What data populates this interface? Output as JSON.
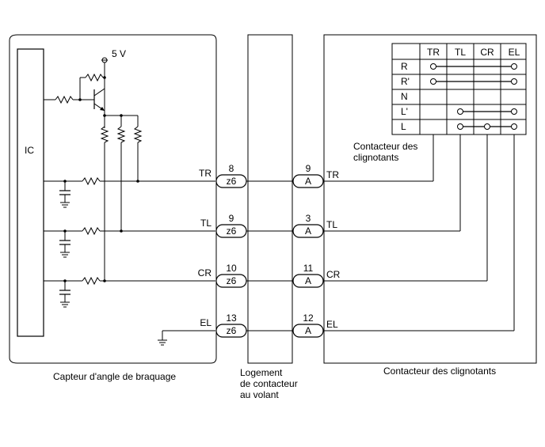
{
  "blocks": {
    "sensor_caption": "Capteur d'angle de braquage",
    "housing_caption": [
      "Logement",
      "de contacteur",
      "au volant"
    ],
    "switch_caption": "Contacteur des clignotants",
    "switch_inner_label": [
      "Contacteur des",
      "clignotants"
    ],
    "ic_label": "IC",
    "supply_label": "5 V"
  },
  "terminals": [
    {
      "signal": "TR",
      "z6_pin": "8",
      "a_pin": "9"
    },
    {
      "signal": "TL",
      "z6_pin": "9",
      "a_pin": "3"
    },
    {
      "signal": "CR",
      "z6_pin": "10",
      "a_pin": "11"
    },
    {
      "signal": "EL",
      "z6_pin": "13",
      "a_pin": "12"
    }
  ],
  "connectors": {
    "left": "z6",
    "right": "A"
  },
  "switch_table": {
    "columns": [
      "TR",
      "TL",
      "CR",
      "EL"
    ],
    "rows": [
      {
        "label": "R",
        "contacts": [
          0,
          3
        ]
      },
      {
        "label": "R'",
        "contacts": [
          0,
          3
        ]
      },
      {
        "label": "N",
        "contacts": []
      },
      {
        "label": "L'",
        "contacts": [
          1,
          3
        ]
      },
      {
        "label": "L",
        "contacts": [
          1,
          2,
          3
        ]
      }
    ]
  }
}
